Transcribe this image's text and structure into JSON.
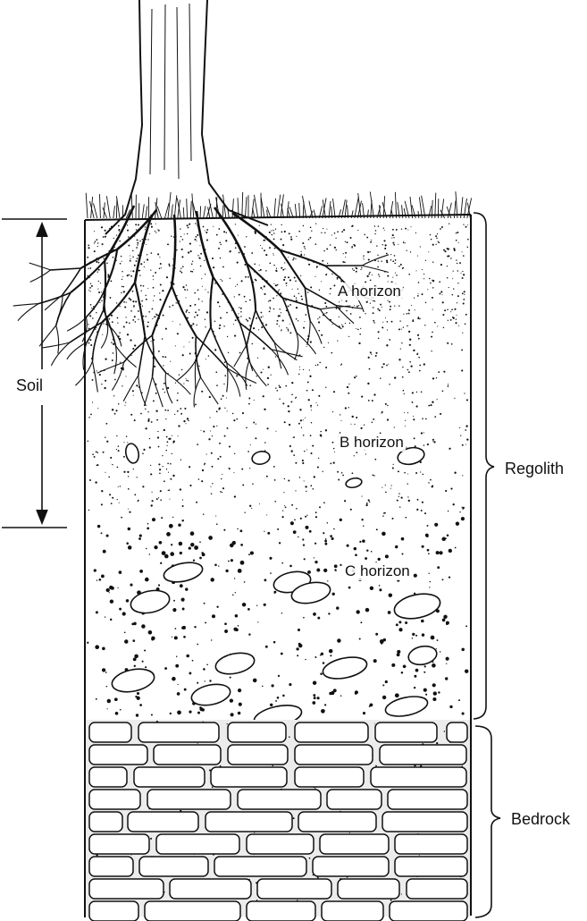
{
  "labels": {
    "soil": "Soil",
    "a_horizon": "A horizon",
    "b_horizon": "B horizon",
    "c_horizon": "C horizon",
    "regolith": "Regolith",
    "bedrock": "Bedrock"
  },
  "colors": {
    "ink": "#111111",
    "background": "#ffffff"
  }
}
